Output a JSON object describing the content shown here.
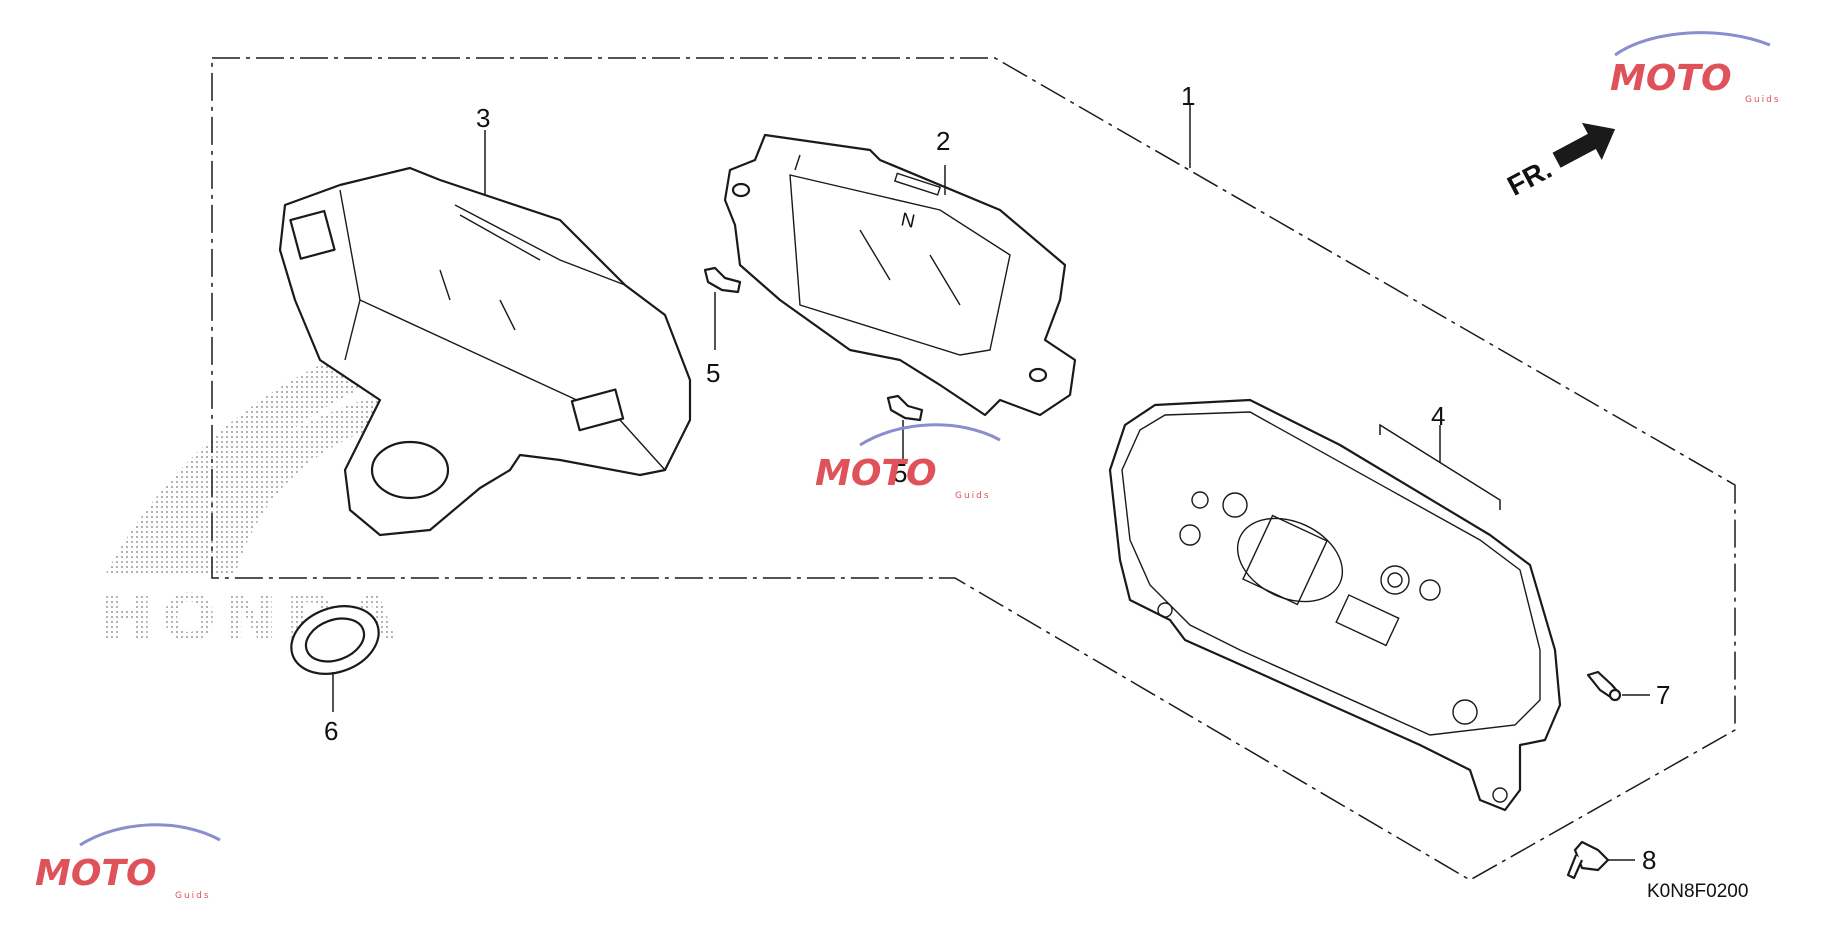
{
  "diagram": {
    "callouts": [
      {
        "id": "1",
        "text": "1"
      },
      {
        "id": "2",
        "text": "2"
      },
      {
        "id": "3",
        "text": "3"
      },
      {
        "id": "4",
        "text": "4"
      },
      {
        "id": "5a",
        "text": "5"
      },
      {
        "id": "5b",
        "text": "5"
      },
      {
        "id": "6",
        "text": "6"
      },
      {
        "id": "7",
        "text": "7"
      },
      {
        "id": "8",
        "text": "8"
      }
    ],
    "front_arrow_label": "FR.",
    "drawing_code": "K0N8F0200",
    "lcd_indicator": "N",
    "background_brand": "HONDA",
    "watermark": {
      "main": "MOTO",
      "sub": "Guids"
    }
  }
}
